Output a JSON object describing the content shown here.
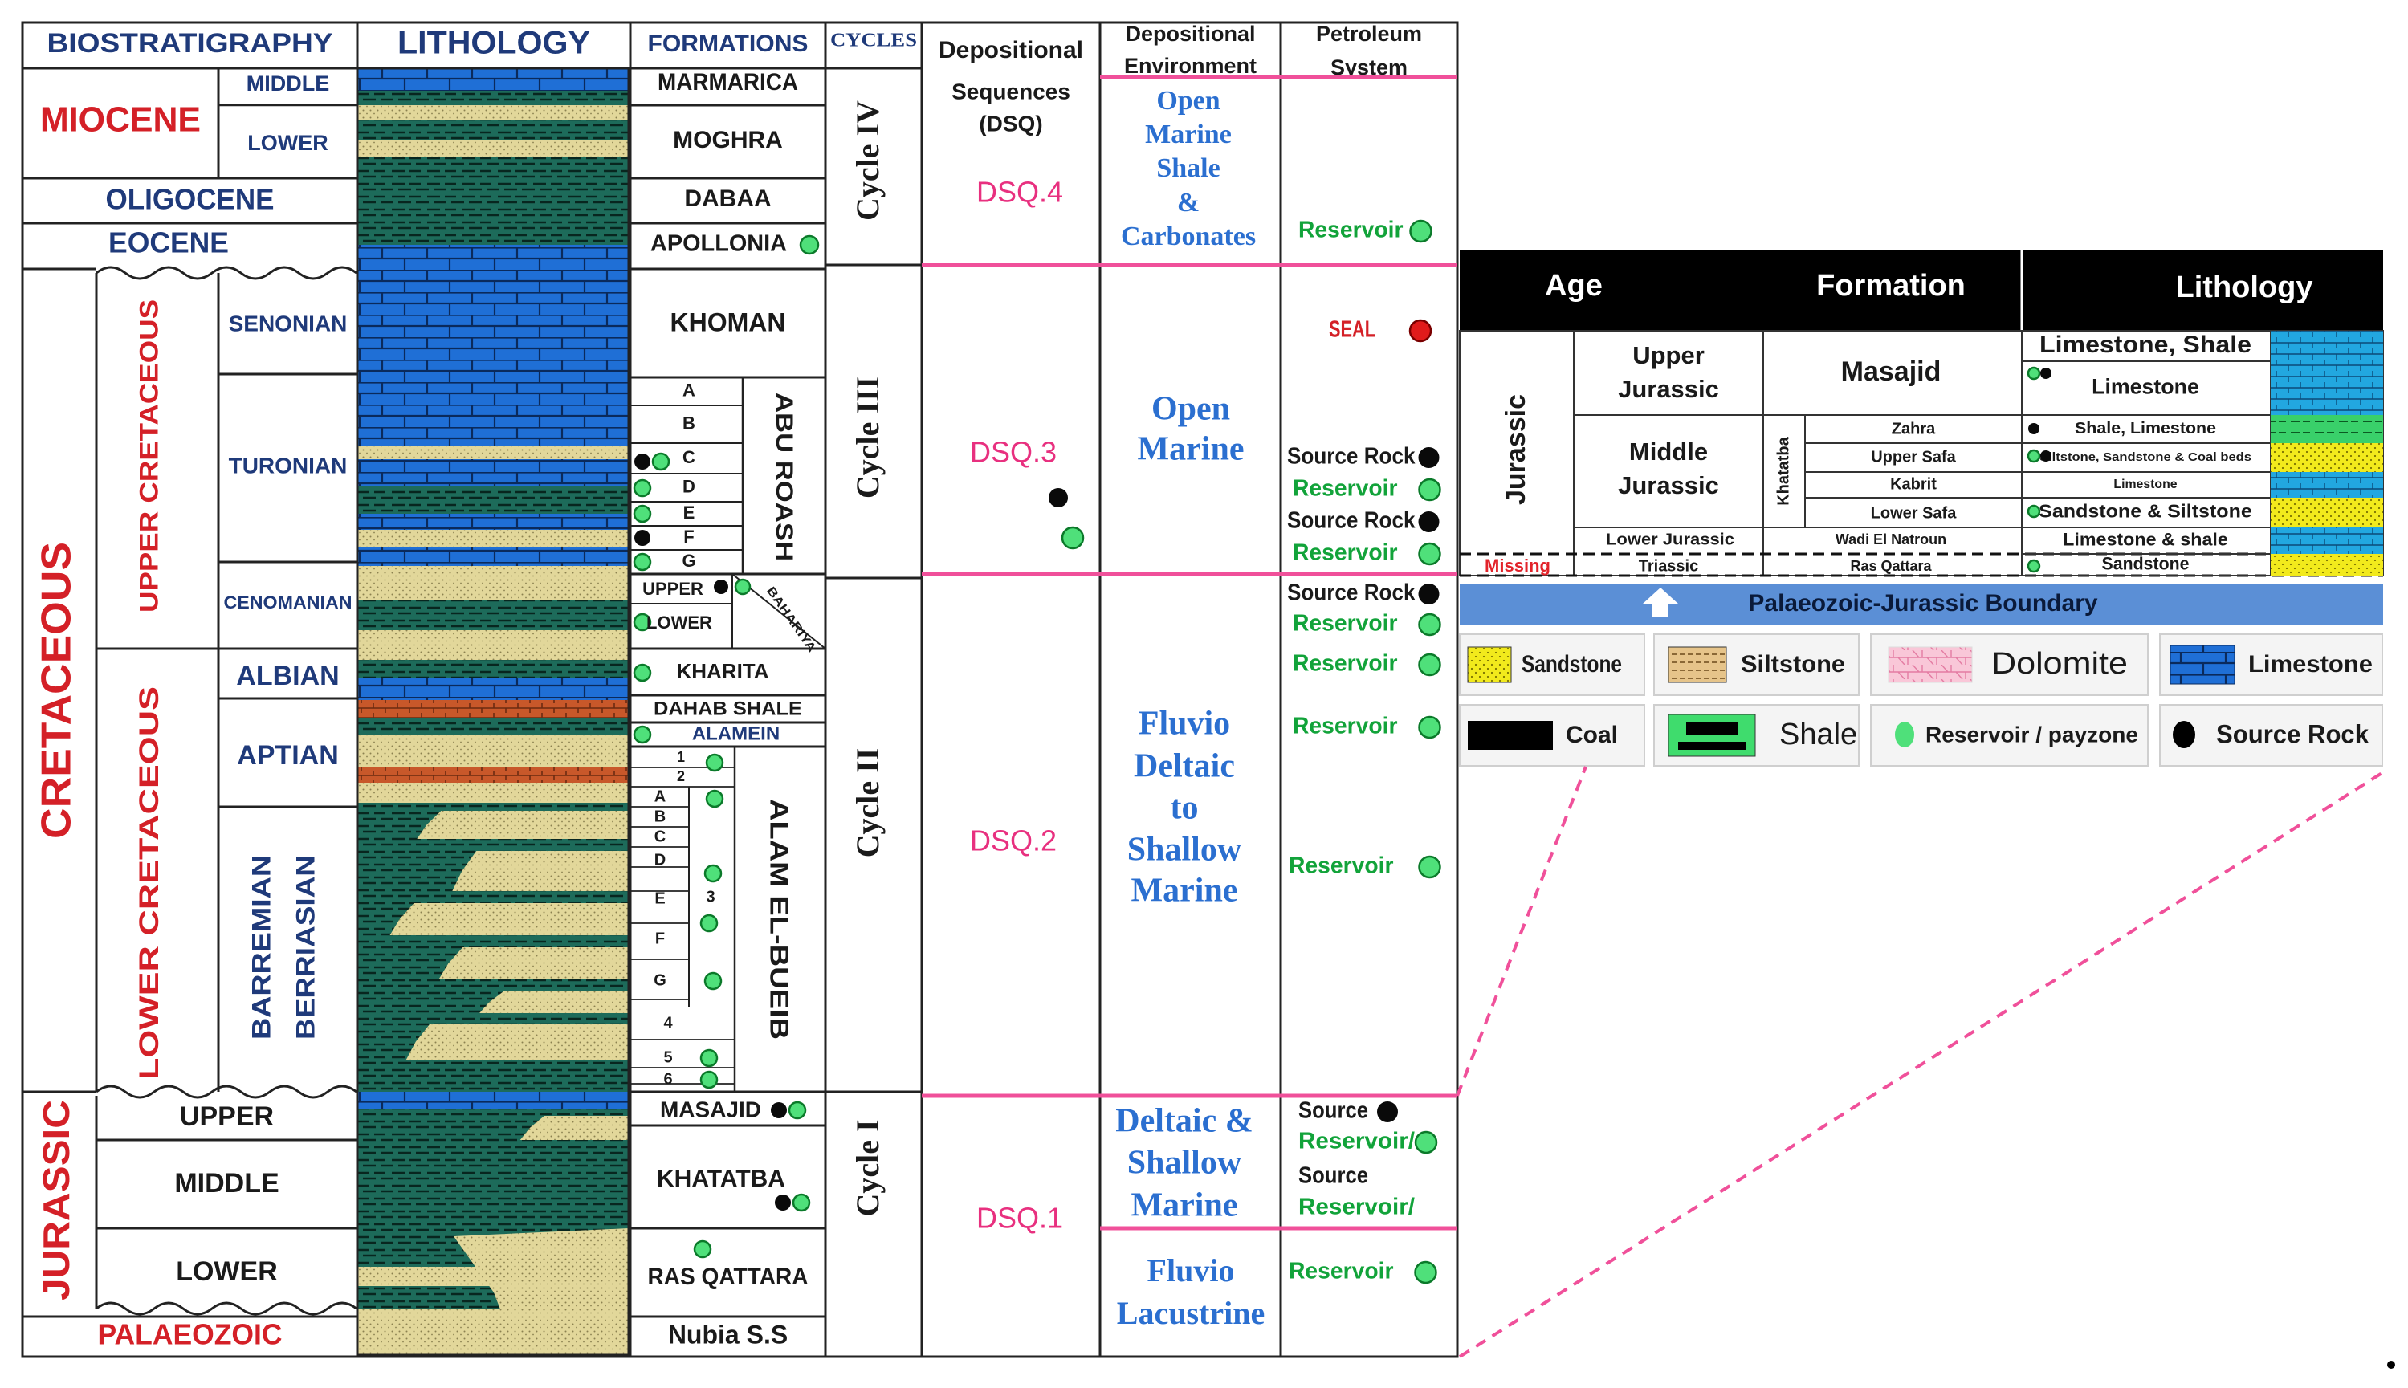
{
  "headers": {
    "biostratigraphy": "BIOSTRATIGRAPHY",
    "lithology": "LITHOLOGY",
    "formations": "FORMATIONS",
    "cycles": "CYCLES",
    "depositional_sequences": [
      "Depositional",
      "Sequences",
      "(DSQ)"
    ],
    "depositional_environment": [
      "Depositional",
      "Environment"
    ],
    "petroleum_system": [
      "Petroleum",
      "System"
    ]
  },
  "eras": [
    {
      "key": "miocene",
      "label": "MIOCENE"
    },
    {
      "key": "oligocene",
      "label": "OLIGOCENE"
    },
    {
      "key": "eocene",
      "label": "EOCENE"
    },
    {
      "key": "cretaceous",
      "label": "CRETACEOUS"
    },
    {
      "key": "jurassic",
      "label": "JURASSIC"
    },
    {
      "key": "palaeozoic",
      "label": "PALAEOZOIC"
    }
  ],
  "sub_eras": [
    {
      "key": "upper-cretaceous",
      "label": "UPPER CRETACEOUS"
    },
    {
      "key": "lower-cretaceous",
      "label": "LOWER CRETACEOUS"
    }
  ],
  "stages": [
    {
      "key": "middle-miocene",
      "label": "MIDDLE"
    },
    {
      "key": "lower-miocene",
      "label": "LOWER"
    },
    {
      "key": "senonian",
      "label": "SENONIAN"
    },
    {
      "key": "turonian",
      "label": "TURONIAN"
    },
    {
      "key": "cenomanian",
      "label": "CENOMANIAN"
    },
    {
      "key": "albian",
      "label": "ALBIAN"
    },
    {
      "key": "aptian",
      "label": "APTIAN"
    },
    {
      "key": "barremian",
      "label": "BARREMIAN"
    },
    {
      "key": "berriasian",
      "label": "BERRIASIAN"
    },
    {
      "key": "upper-jurassic",
      "label": "UPPER"
    },
    {
      "key": "middle-jurassic",
      "label": "MIDDLE"
    },
    {
      "key": "lower-jurassic",
      "label": "LOWER"
    }
  ],
  "formations": [
    {
      "key": "marmarica",
      "label": "MARMARICA"
    },
    {
      "key": "moghra",
      "label": "MOGHRA"
    },
    {
      "key": "dabaa",
      "label": "DABAA"
    },
    {
      "key": "apollonia",
      "label": "APOLLONIA"
    },
    {
      "key": "khoman",
      "label": "KHOMAN"
    },
    {
      "key": "abu-roash",
      "label": "ABU ROASH"
    },
    {
      "key": "bahariya",
      "label": "BAHARIYA"
    },
    {
      "key": "kharita",
      "label": "KHARITA"
    },
    {
      "key": "dahab-shale",
      "label": "DAHAB SHALE"
    },
    {
      "key": "alamein",
      "label": "ALAMEIN"
    },
    {
      "key": "alam-el-bueib",
      "label": "ALAM EL-BUEIB"
    },
    {
      "key": "masajid",
      "label": "MASAJID"
    },
    {
      "key": "khatatba",
      "label": "KHATATBA"
    },
    {
      "key": "ras-qattara",
      "label": "RAS QATTARA"
    },
    {
      "key": "nubia",
      "label": "Nubia S.S"
    }
  ],
  "members": {
    "abu_roash": [
      "A",
      "B",
      "C",
      "D",
      "E",
      "F",
      "G"
    ],
    "bahariya": [
      "UPPER",
      "LOWER"
    ],
    "aeb_units": [
      "1",
      "2",
      "3"
    ],
    "aeb_sub": [
      "A",
      "B",
      "C",
      "D",
      "E",
      "F",
      "G",
      "4",
      "5",
      "6"
    ]
  },
  "cycles": [
    "Cycle IV",
    "Cycle III",
    "Cycle II",
    "Cycle I"
  ],
  "dsq": [
    "DSQ.4",
    "DSQ.3",
    "DSQ.2",
    "DSQ.1"
  ],
  "environments": [
    {
      "key": "open-marine-shale-carbonates",
      "lines": [
        "Open",
        "Marine",
        "Shale",
        "&",
        "Carbonates"
      ]
    },
    {
      "key": "open-marine",
      "lines": [
        "Open",
        "Marine"
      ]
    },
    {
      "key": "fluvio-deltaic-shallow-marine",
      "lines": [
        "Fluvio",
        "Deltaic",
        "to",
        "Shallow",
        "Marine"
      ]
    },
    {
      "key": "deltaic-shallow-marine",
      "lines": [
        "Deltaic &",
        "Shallow",
        "Marine"
      ]
    },
    {
      "key": "fluvio-lacustrine",
      "lines": [
        "Fluvio",
        "Lacustrine"
      ]
    }
  ],
  "petroleum": {
    "reservoir": "Reservoir",
    "seal": "SEAL",
    "source_rock": "Source Rock",
    "source": "Source",
    "reservoir_slash": "Reservoir/"
  },
  "inset": {
    "headers": [
      "Age",
      "Formation",
      "Lithology"
    ],
    "period": "Jurassic",
    "ages": [
      [
        "Upper",
        "Jurassic"
      ],
      [
        "Middle",
        "Jurassic"
      ],
      [
        "Lower Jurassic"
      ],
      [
        "Triassic"
      ]
    ],
    "missing": "Missing",
    "formations": [
      "Masajid",
      "Khatatba",
      "Wadi El Natroun",
      "Ras Qattara"
    ],
    "members": [
      "Zahra",
      "Upper Safa",
      "Kabrit",
      "Lower Safa"
    ],
    "lithologies": [
      "Limestone, Shale",
      "Limestone",
      "Shale, Limestone",
      "Siltstone, Sandstone & Coal beds",
      "Limestone",
      "Sandstone & Siltstone",
      "Limestone & shale",
      "Sandstone"
    ],
    "boundary": "Palaeozoic-Jurassic Boundary"
  },
  "legend": {
    "sandstone": "Sandstone",
    "siltstone": "Siltstone",
    "dolomite": "Dolomite",
    "limestone": "Limestone",
    "coal": "Coal",
    "shale": "Shale",
    "reservoir": "Reservoir / payzone",
    "source_rock": "Source Rock"
  },
  "colors": {
    "red_label": "#d42027",
    "navy_label": "#1f3a7a",
    "pink_text": "#e8307f",
    "pink_line": "#f0509a",
    "env_blue": "#2b6fd0",
    "green_text": "#12a33a",
    "limestone": "#1f6fd6",
    "shale": "#1d6b5a",
    "sandstone": "#e2d79a",
    "boundary_bar": "#5b8fd6"
  }
}
